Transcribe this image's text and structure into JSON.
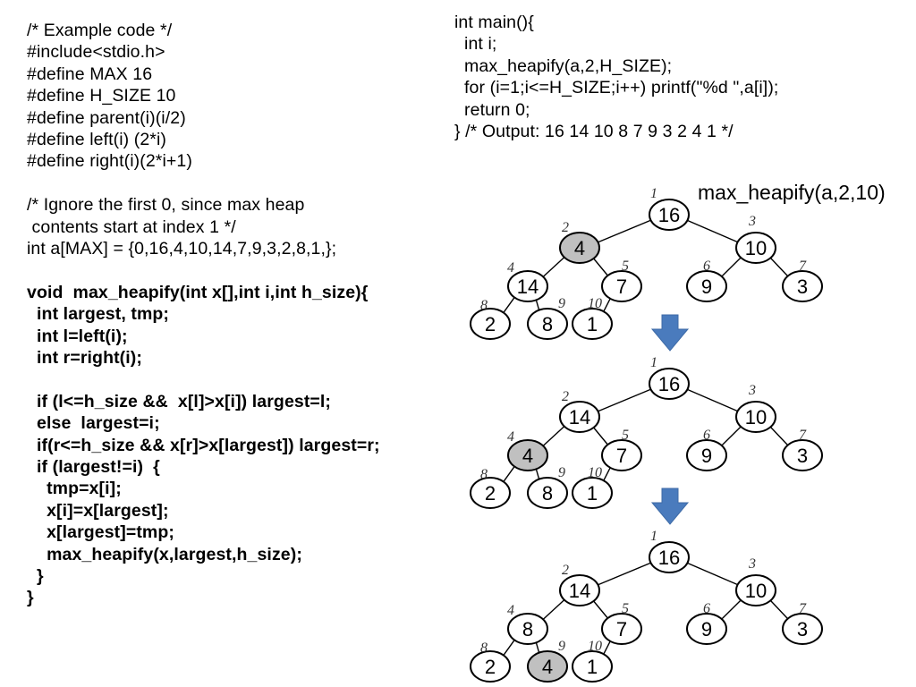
{
  "left_code": {
    "lines": [
      {
        "text": "/* Example code */",
        "bold": false
      },
      {
        "text": "#include<stdio.h>",
        "bold": false
      },
      {
        "text": "#define MAX 16",
        "bold": false
      },
      {
        "text": "#define H_SIZE 10",
        "bold": false
      },
      {
        "text": "#define parent(i)(i/2)",
        "bold": false
      },
      {
        "text": "#define left(i) (2*i)",
        "bold": false
      },
      {
        "text": "#define right(i)(2*i+1)",
        "bold": false
      },
      {
        "text": "",
        "bold": false
      },
      {
        "text": "/* Ignore the first 0, since max heap",
        "bold": false
      },
      {
        "text": " contents start at index 1 */",
        "bold": false
      },
      {
        "text": "int a[MAX] = {0,16,4,10,14,7,9,3,2,8,1,};",
        "bold": false
      },
      {
        "text": "",
        "bold": false
      },
      {
        "text": "void  max_heapify(int x[],int i,int h_size){",
        "bold": true
      },
      {
        "text": "  int largest, tmp;",
        "bold": true
      },
      {
        "text": "  int l=left(i);",
        "bold": true
      },
      {
        "text": "  int r=right(i);",
        "bold": true
      },
      {
        "text": "",
        "bold": true
      },
      {
        "text": "  if (l<=h_size &&  x[l]>x[i]) largest=l;",
        "bold": true
      },
      {
        "text": "  else  largest=i;",
        "bold": true
      },
      {
        "text": "  if(r<=h_size && x[r]>x[largest]) largest=r;",
        "bold": true
      },
      {
        "text": "  if (largest!=i)  {",
        "bold": true
      },
      {
        "text": "    tmp=x[i];",
        "bold": true
      },
      {
        "text": "    x[i]=x[largest];",
        "bold": true
      },
      {
        "text": "    x[largest]=tmp;",
        "bold": true
      },
      {
        "text": "    max_heapify(x,largest,h_size);",
        "bold": true
      },
      {
        "text": "  }",
        "bold": true
      },
      {
        "text": "}",
        "bold": true
      }
    ]
  },
  "right_code": {
    "lines": [
      "int main(){",
      "  int i;",
      "  max_heapify(a,2,H_SIZE);",
      "  for (i=1;i<=H_SIZE;i++) printf(\"%d \",a[i]);",
      "  return 0;",
      "} /* Output: 16 14 10 8 7 9 3 2 4 1 */"
    ]
  },
  "diagram": {
    "title": "max_heapify(a,2,10)",
    "colors": {
      "node_fill": "#ffffff",
      "highlight_fill": "#c0c0c0",
      "stroke": "#000000",
      "arrow": "#4a7bbd"
    },
    "trees": [
      {
        "values": [
          "16",
          "4",
          "10",
          "14",
          "7",
          "9",
          "3",
          "2",
          "8",
          "1"
        ],
        "highlight": 2
      },
      {
        "values": [
          "16",
          "14",
          "10",
          "4",
          "7",
          "9",
          "3",
          "2",
          "8",
          "1"
        ],
        "highlight": 4
      },
      {
        "values": [
          "16",
          "14",
          "10",
          "8",
          "7",
          "9",
          "3",
          "2",
          "4",
          "1"
        ],
        "highlight": 9
      }
    ],
    "index_labels": [
      "1",
      "2",
      "3",
      "4",
      "5",
      "6",
      "7",
      "8",
      "9",
      "10"
    ]
  }
}
